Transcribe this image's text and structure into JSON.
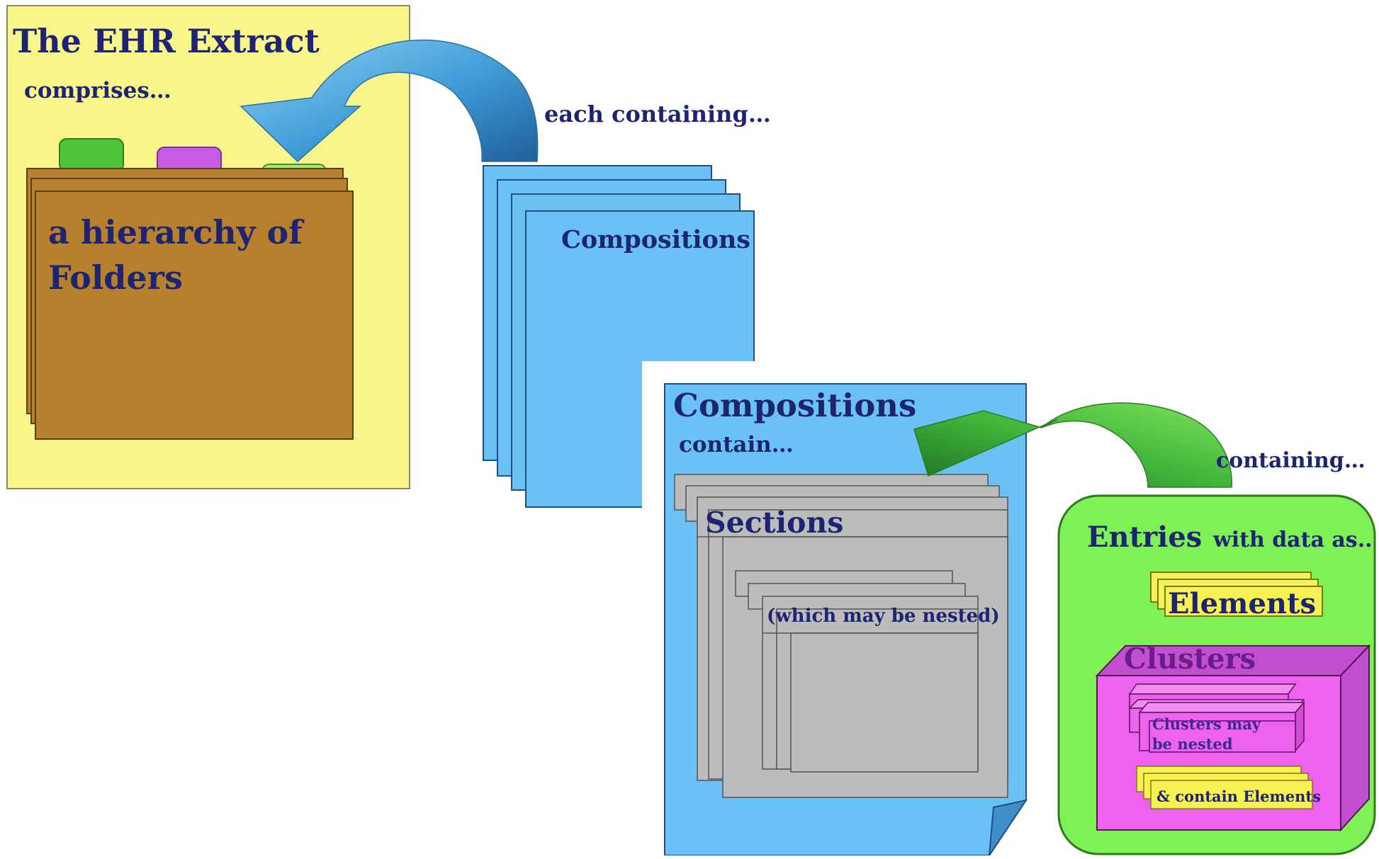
{
  "extract": {
    "title": "The EHR Extract",
    "subtitle": "comprises…",
    "folders_label_line1": "a hierarchy of",
    "folders_label_line2": "Folders"
  },
  "compositions_stack": {
    "caption": "each containing…",
    "label": "Compositions"
  },
  "composition_detail": {
    "title": "Compositions",
    "subtitle": "contain…",
    "sections_label": "Sections",
    "nested_label": "(which may be nested)"
  },
  "entries": {
    "caption": "containing…",
    "title": "Entries",
    "title_suffix": "with data as..",
    "elements_label": "Elements",
    "clusters_label": "Clusters",
    "nested_clusters_line1": "Clusters may",
    "nested_clusters_line2": "be nested",
    "contain_elements_label": "& contain Elements"
  },
  "colors": {
    "extract_bg": "#f8f58a",
    "folder_brown": "#b7802c",
    "composition_blue": "#6ac1f6",
    "section_gray": "#bcbcbc",
    "entries_green": "#7ef154",
    "element_yellow": "#f7f252",
    "cluster_magenta": "#ef62ee",
    "text_navy": "#1e2472"
  },
  "icons": [
    "curved-arrow-blue-icon",
    "curved-arrow-green-icon",
    "folder-tab-icon"
  ]
}
